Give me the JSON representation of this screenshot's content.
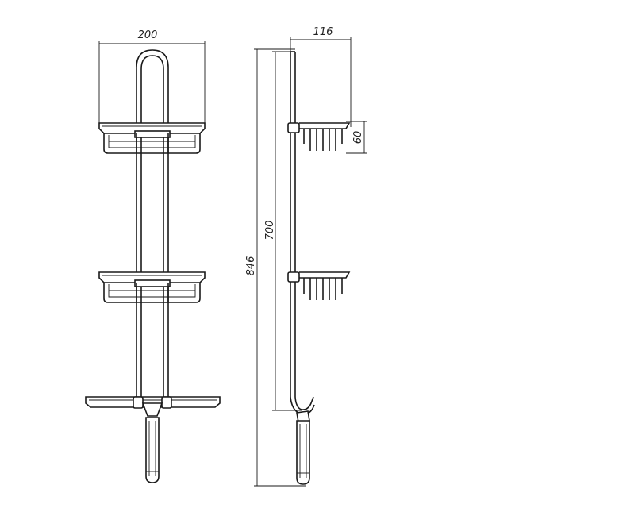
{
  "drawing": {
    "dimensions": {
      "width": "200",
      "depth": "116",
      "basket_height": "60",
      "rail_height": "700",
      "total_height": "846"
    }
  }
}
